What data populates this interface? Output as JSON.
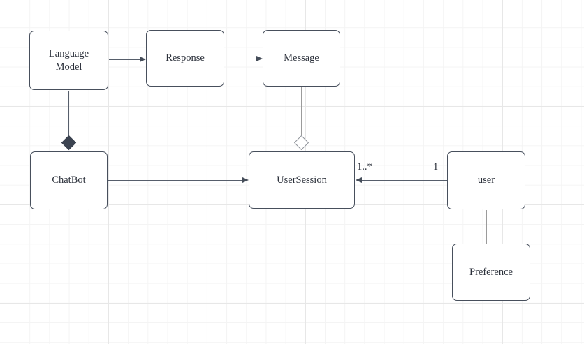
{
  "canvas": {
    "kind": "diagram-editor-grid-canvas",
    "background": "#ffffff",
    "grid_minor_color": "#f4f4f4",
    "grid_major_color": "#e7e7e7"
  },
  "diagram": {
    "type": "uml-class-diagram",
    "colors": {
      "node_border": "#474f5c",
      "node_fill": "#ffffff",
      "edge_dark": "#565e6b",
      "edge_gray": "#9b9b9b",
      "text": "#2d323c"
    },
    "nodes": [
      {
        "id": "language-model",
        "label": "Language\nModel"
      },
      {
        "id": "response",
        "label": "Response"
      },
      {
        "id": "message",
        "label": "Message"
      },
      {
        "id": "chatbot",
        "label": "ChatBot"
      },
      {
        "id": "user-session",
        "label": "UserSession"
      },
      {
        "id": "user",
        "label": "user"
      },
      {
        "id": "preference",
        "label": "Preference"
      }
    ],
    "edges": [
      {
        "from": "LanguageModel",
        "to": "Response",
        "style": "solid-arrow"
      },
      {
        "from": "Response",
        "to": "Message",
        "style": "solid-arrow"
      },
      {
        "from": "ChatBot",
        "to": "UserSession",
        "style": "solid-arrow"
      },
      {
        "from": "Message",
        "to": "UserSession",
        "style": "aggregation-hollow-diamond"
      },
      {
        "from": "LanguageModel",
        "to": "ChatBot",
        "style": "composition-filled-diamond"
      },
      {
        "from": "user",
        "to": "UserSession",
        "style": "solid-arrow",
        "source_label": "1",
        "target_label": "1..*"
      },
      {
        "from": "user",
        "to": "Preference",
        "style": "plain-line"
      }
    ]
  }
}
